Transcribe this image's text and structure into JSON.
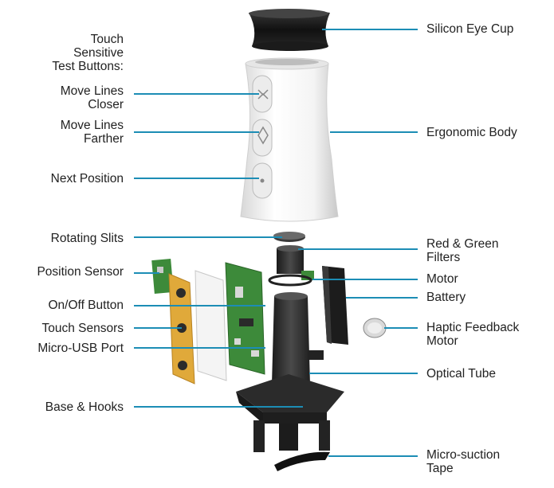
{
  "diagram": {
    "colors": {
      "leader": "#1c8db5",
      "label_text": "#222222",
      "body_white": "#f2f2f2",
      "plastic_dark": "#2b2b2b",
      "pcb_green": "#3d8a3a",
      "foam_yellow": "#e0a93a"
    },
    "left_labels": [
      {
        "id": "touch-sensitive-test-buttons",
        "text": "Touch\nSensitive\nTest Buttons:"
      },
      {
        "id": "move-lines-closer",
        "text": "Move Lines\nCloser"
      },
      {
        "id": "move-lines-farther",
        "text": "Move Lines\nFarther"
      },
      {
        "id": "next-position",
        "text": "Next Position"
      },
      {
        "id": "rotating-slits",
        "text": "Rotating Slits"
      },
      {
        "id": "position-sensor",
        "text": "Position Sensor"
      },
      {
        "id": "on-off-button",
        "text": "On/Off Button"
      },
      {
        "id": "touch-sensors",
        "text": "Touch Sensors"
      },
      {
        "id": "micro-usb-port",
        "text": "Micro-USB Port"
      },
      {
        "id": "base-and-hooks",
        "text": "Base & Hooks"
      }
    ],
    "right_labels": [
      {
        "id": "silicon-eye-cup",
        "text": "Silicon Eye Cup"
      },
      {
        "id": "ergonomic-body",
        "text": "Ergonomic Body"
      },
      {
        "id": "red-green-filters",
        "text": "Red & Green\nFilters"
      },
      {
        "id": "motor",
        "text": "Motor"
      },
      {
        "id": "battery",
        "text": "Battery"
      },
      {
        "id": "haptic-feedback-motor",
        "text": "Haptic Feedback\nMotor"
      },
      {
        "id": "optical-tube",
        "text": "Optical Tube"
      },
      {
        "id": "micro-suction-tape",
        "text": "Micro-suction\nTape"
      }
    ]
  }
}
